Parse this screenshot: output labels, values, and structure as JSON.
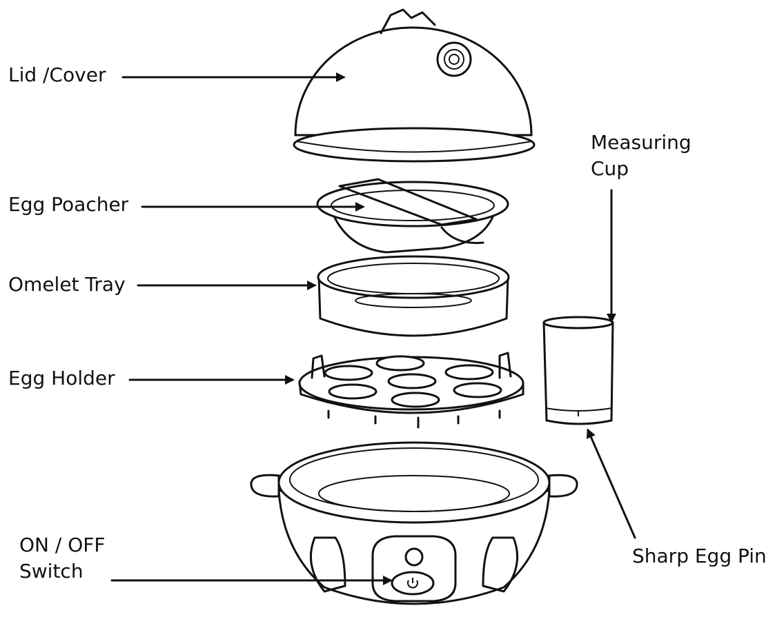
{
  "labels": {
    "lid": "Lid /Cover",
    "poacher": "Egg Poacher",
    "omelet": "Omelet Tray",
    "holder": "Egg Holder",
    "switch_line1": "ON / OFF",
    "switch_line2": "Switch",
    "cup_line1": "Measuring",
    "cup_line2": "Cup",
    "pin": "Sharp Egg Pin"
  },
  "colors": {
    "ink": "#111111",
    "background": "#ffffff"
  }
}
